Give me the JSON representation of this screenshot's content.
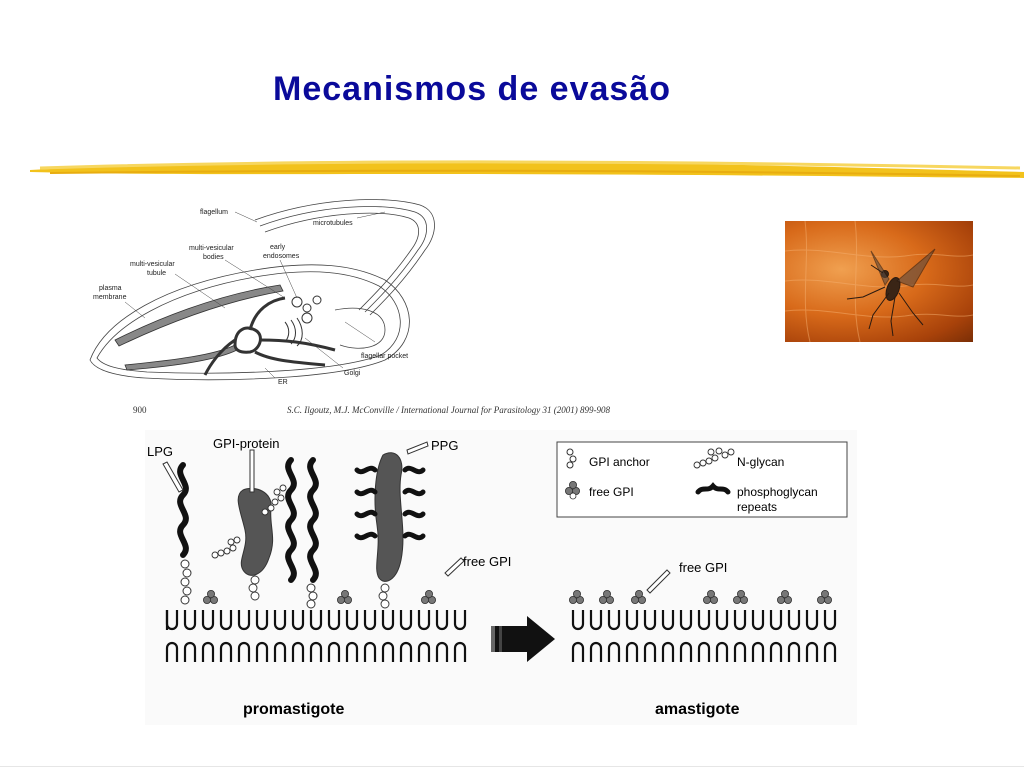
{
  "slide": {
    "title": "Mecanismos de evasão"
  },
  "cell_diagram": {
    "labels": {
      "flagellum": "flagellum",
      "microtubules": "microtubules",
      "multi_vesicular_bodies_1": "multi-vesicular",
      "multi_vesicular_bodies_2": "bodies",
      "early_endosomes_1": "early",
      "early_endosomes_2": "endosomes",
      "multi_vesicular_tubule_1": "multi-vesicular",
      "multi_vesicular_tubule_2": "tubule",
      "plasma_membrane_1": "plasma",
      "plasma_membrane_2": "membrane",
      "flagellar_pocket": "flagellar pocket",
      "golgi": "Golgi",
      "er": "ER"
    }
  },
  "citation": {
    "page": "900",
    "reference": "S.C. Ilgoutz, M.J. McConville / International Journal for Parasitology 31 (2001) 899-908"
  },
  "membrane_diagram": {
    "labels": {
      "lpg": "LPG",
      "gpi_protein": "GPI-protein",
      "ppg": "PPG",
      "free_gpi_left": "free GPI",
      "free_gpi_right": "free GPI",
      "promastigote": "promastigote",
      "amastigote": "amastigote"
    },
    "legend": {
      "gpi_anchor": "GPI anchor",
      "n_glycan": "N-glycan",
      "free_gpi": "free GPI",
      "phosphoglycan_1": "phosphoglycan",
      "phosphoglycan_2": "repeats"
    }
  },
  "colors": {
    "title": "#0a0a9a",
    "brush": "#f2c21c",
    "photo": "#d86a1a"
  }
}
